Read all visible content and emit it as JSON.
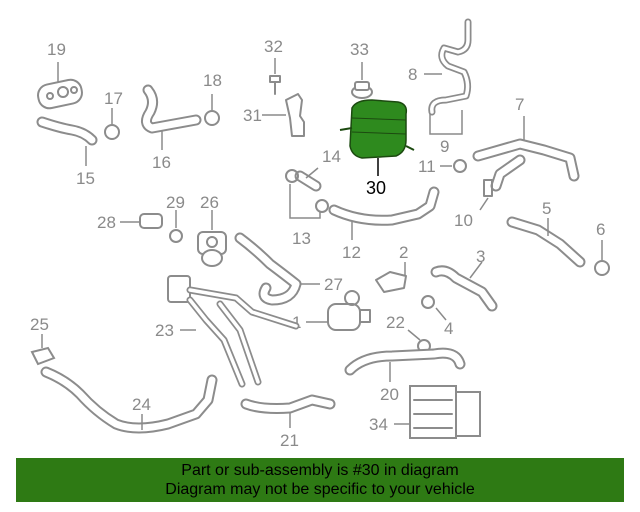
{
  "diagram": {
    "highlight_color": "#2e8a1e",
    "part_color": "#8c8c8c",
    "callouts": [
      "1",
      "2",
      "3",
      "4",
      "5",
      "6",
      "7",
      "8",
      "9",
      "10",
      "11",
      "12",
      "13",
      "14",
      "15",
      "16",
      "17",
      "18",
      "19",
      "20",
      "21",
      "22",
      "23",
      "24",
      "25",
      "26",
      "27",
      "28",
      "29",
      "30",
      "31",
      "32",
      "33",
      "34"
    ],
    "highlighted_callout": "30"
  },
  "banner": {
    "background": "#2e7a14",
    "line1": "Part or sub-assembly is #30 in diagram",
    "line2": "Diagram may not be specific to your vehicle"
  }
}
